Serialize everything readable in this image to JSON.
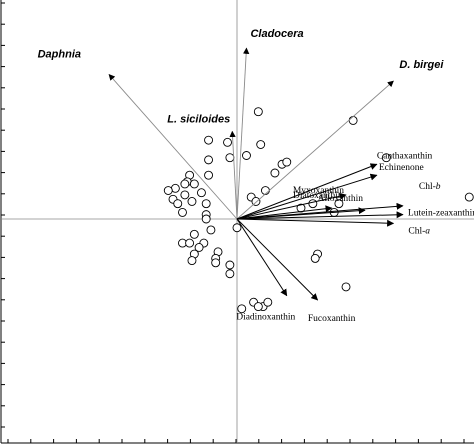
{
  "chart_data": {
    "type": "biplot",
    "xlim": [
      -1.0,
      1.0
    ],
    "ylim": [
      -1.0,
      1.0
    ],
    "axes": "cross at origin",
    "frame_ticks": "left and bottom",
    "species_arrows": [
      {
        "label": "Cladocera",
        "x": 0.04,
        "y": 0.78
      },
      {
        "label": "Daphnia",
        "x": -0.54,
        "y": 0.66
      },
      {
        "label": "D. birgei",
        "x": 0.66,
        "y": 0.63
      },
      {
        "label": "L. siciloides",
        "x": -0.02,
        "y": 0.4
      }
    ],
    "pigment_arrows": [
      {
        "label": "Canthaxanthin",
        "x": 0.59,
        "y": 0.25
      },
      {
        "label": "Echinenone",
        "x": 0.59,
        "y": 0.2
      },
      {
        "label": "Myxoxanthin",
        "x": 0.46,
        "y": 0.11
      },
      {
        "label": "Diatoxanthin",
        "x": 0.4,
        "y": 0.05
      },
      {
        "label": "Alloxanthin",
        "x": 0.54,
        "y": 0.04
      },
      {
        "label": "Chl-b",
        "x": 0.7,
        "y": 0.06
      },
      {
        "label": "Lutein-zeaxanthin",
        "x": 0.7,
        "y": 0.02
      },
      {
        "label": "Chl-a",
        "x": 0.66,
        "y": -0.02
      },
      {
        "label": "Diadinoxanthin",
        "x": 0.21,
        "y": -0.35
      },
      {
        "label": "Fucoxanthin",
        "x": 0.34,
        "y": -0.37
      }
    ],
    "sites": [
      [
        0.09,
        0.49
      ],
      [
        0.1,
        0.34
      ],
      [
        -0.12,
        0.36
      ],
      [
        -0.04,
        0.35
      ],
      [
        -0.03,
        0.28
      ],
      [
        0.04,
        0.29
      ],
      [
        0.19,
        0.25
      ],
      [
        0.21,
        0.26
      ],
      [
        -0.12,
        0.27
      ],
      [
        -0.12,
        0.2
      ],
      [
        -0.2,
        0.2
      ],
      [
        0.16,
        0.21
      ],
      [
        0.49,
        0.45
      ],
      [
        0.63,
        0.28
      ],
      [
        -0.21,
        0.17
      ],
      [
        -0.18,
        0.16
      ],
      [
        -0.22,
        0.16
      ],
      [
        -0.26,
        0.14
      ],
      [
        -0.29,
        0.13
      ],
      [
        -0.22,
        0.11
      ],
      [
        -0.15,
        0.12
      ],
      [
        -0.27,
        0.09
      ],
      [
        -0.19,
        0.08
      ],
      [
        -0.25,
        0.07
      ],
      [
        -0.23,
        0.03
      ],
      [
        -0.13,
        0.07
      ],
      [
        -0.13,
        0.02
      ],
      [
        -0.13,
        0.0
      ],
      [
        0.06,
        0.1
      ],
      [
        0.12,
        0.13
      ],
      [
        0.08,
        0.08
      ],
      [
        0.98,
        0.1
      ],
      [
        0.27,
        0.05
      ],
      [
        0.43,
        0.07
      ],
      [
        0.41,
        0.03
      ],
      [
        0.32,
        0.07
      ],
      [
        -0.11,
        -0.05
      ],
      [
        -0.18,
        -0.07
      ],
      [
        -0.23,
        -0.11
      ],
      [
        -0.14,
        -0.11
      ],
      [
        -0.2,
        -0.11
      ],
      [
        -0.16,
        -0.13
      ],
      [
        -0.18,
        -0.16
      ],
      [
        -0.08,
        -0.15
      ],
      [
        -0.09,
        -0.18
      ],
      [
        -0.19,
        -0.19
      ],
      [
        0.0,
        -0.04
      ],
      [
        -0.09,
        -0.2
      ],
      [
        -0.03,
        -0.21
      ],
      [
        -0.03,
        -0.25
      ],
      [
        0.34,
        -0.16
      ],
      [
        0.33,
        -0.18
      ],
      [
        0.46,
        -0.31
      ],
      [
        0.11,
        -0.4
      ],
      [
        0.13,
        -0.38
      ],
      [
        0.07,
        -0.38
      ],
      [
        0.02,
        -0.41
      ],
      [
        0.09,
        -0.4
      ]
    ]
  }
}
